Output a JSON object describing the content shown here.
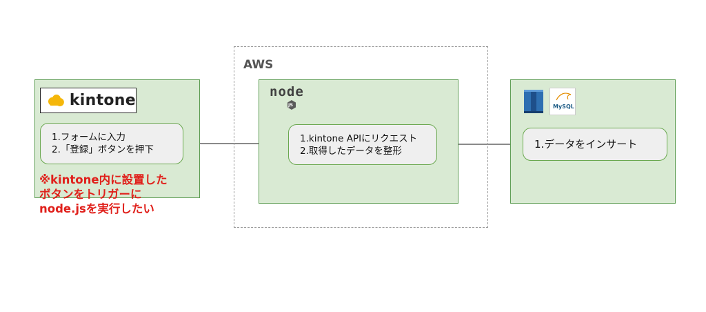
{
  "aws": {
    "label": "AWS"
  },
  "kintone": {
    "logo_text": "kintone",
    "steps": [
      "1.フォームに入力",
      "2.「登録」ボタンを押下"
    ],
    "note": [
      "※kintone内に設置した",
      "ボタンをトリガーに",
      "node.jsを実行したい"
    ]
  },
  "node": {
    "logo_text": "node",
    "logo_badge": "JS",
    "steps": [
      "1.kintone APIにリクエスト",
      "2.取得したデータを整形"
    ]
  },
  "mysql": {
    "logo_text": "MySQL",
    "steps": [
      "1.データをインサート"
    ]
  },
  "colors": {
    "panel_fill": "#d9ead3",
    "panel_border": "#5f9e55",
    "step_fill": "#efefef",
    "note_text": "#e0201b",
    "kintone_cloud": "#f5b70a"
  }
}
